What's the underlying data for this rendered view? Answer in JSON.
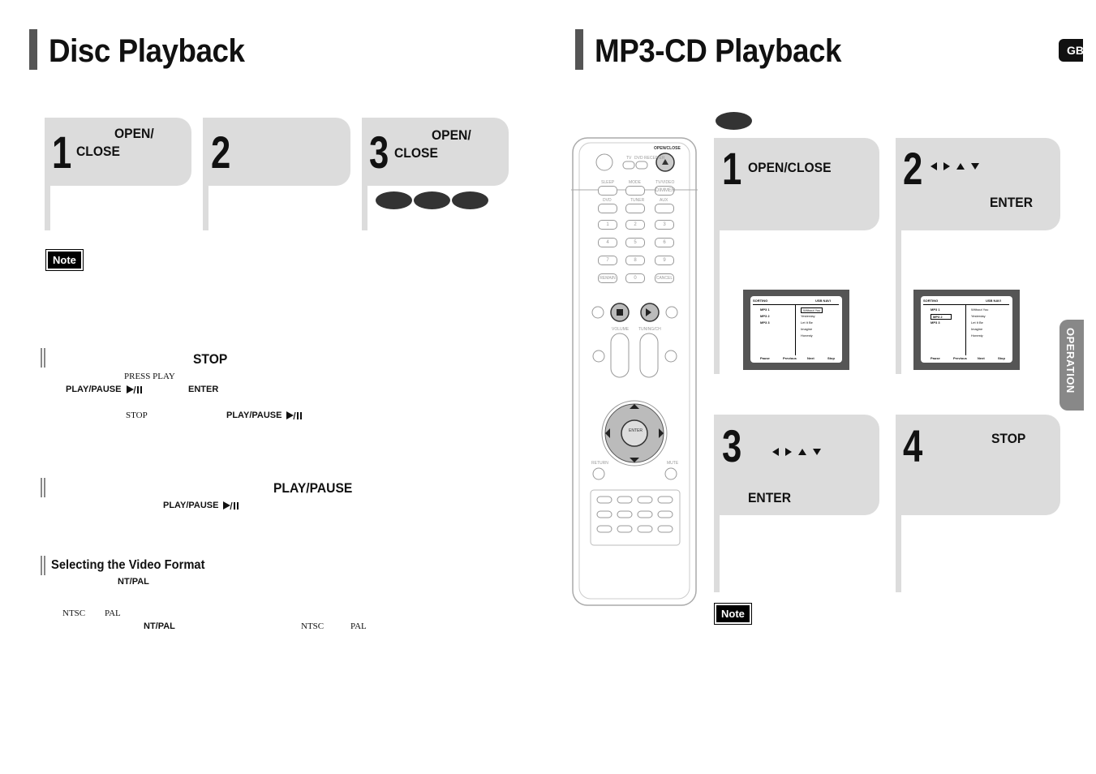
{
  "left": {
    "title": "Disc Playback",
    "steps": [
      {
        "num": "1",
        "text1": "OPEN/",
        "text2": "CLOSE"
      },
      {
        "num": "2"
      },
      {
        "num": "3",
        "text1": "OPEN/",
        "text2": "CLOSE"
      }
    ],
    "note_label": "Note",
    "stop_section": {
      "heading": "STOP",
      "press_play": "PRESS PLAY",
      "play_pause": "PLAY/PAUSE",
      "enter": "ENTER",
      "stop": "STOP",
      "play_pause2": "PLAY/PAUSE"
    },
    "pause_section": {
      "heading": "PLAY/PAUSE",
      "play_pause": "PLAY/PAUSE"
    },
    "video_format": {
      "heading": "Selecting the Video Format",
      "ntpal": "NT/PAL",
      "ntsc": "NTSC",
      "pal": "PAL",
      "ntpal2": "NT/PAL",
      "ntsc2": "NTSC",
      "pal2": "PAL"
    }
  },
  "right": {
    "title": "MP3-CD Playback",
    "lang_tab": "GB",
    "side_tab": "OPERATION",
    "steps": [
      {
        "num": "1",
        "text": "OPEN/CLOSE"
      },
      {
        "num": "2",
        "text": "ENTER"
      },
      {
        "num": "3",
        "text": "ENTER"
      },
      {
        "num": "4",
        "text": "STOP"
      }
    ],
    "note_label": "Note",
    "screen1": {
      "sorting": "SORTING",
      "usb_navi": "USB NAVI",
      "folders": [
        "MP3 1",
        "MP3 2",
        "MP3 3"
      ],
      "tracks": [
        "Without You",
        "Yesterday",
        "Let It Be",
        "Imagine",
        "Honesty"
      ],
      "footer": [
        "Pause",
        "Previous",
        "Next",
        "Stop"
      ]
    },
    "screen2": {
      "sorting": "SORTING",
      "usb_navi": "USB NAVI",
      "folders": [
        "MP3 1",
        "MP3 2",
        "MP3 3"
      ],
      "tracks": [
        "Without You",
        "Yesterday",
        "Let It Be",
        "Imagine",
        "Honesty"
      ],
      "footer": [
        "Pause",
        "Previous",
        "Next",
        "Stop"
      ]
    }
  },
  "remote": {
    "open_close": "OPEN/CLOSE",
    "tv": "TV",
    "dvd_receiver": "DVD RECEIVER",
    "sleep": "SLEEP",
    "mode": "MODE",
    "tv_video": "TV/VIDEO",
    "dimmer": "DIMMER",
    "dvd": "DVD",
    "tuner": "TUNER",
    "aux": "AUX",
    "digits": [
      "1",
      "2",
      "3",
      "4",
      "5",
      "6",
      "7",
      "8",
      "9"
    ],
    "remain": "REMAIN",
    "zero": "0",
    "cancel": "CANCEL",
    "volume": "VOLUME",
    "tuning_ch": "TUNING/CH",
    "enter": "ENTER",
    "return": "RETURN",
    "mute": "MUTE"
  }
}
